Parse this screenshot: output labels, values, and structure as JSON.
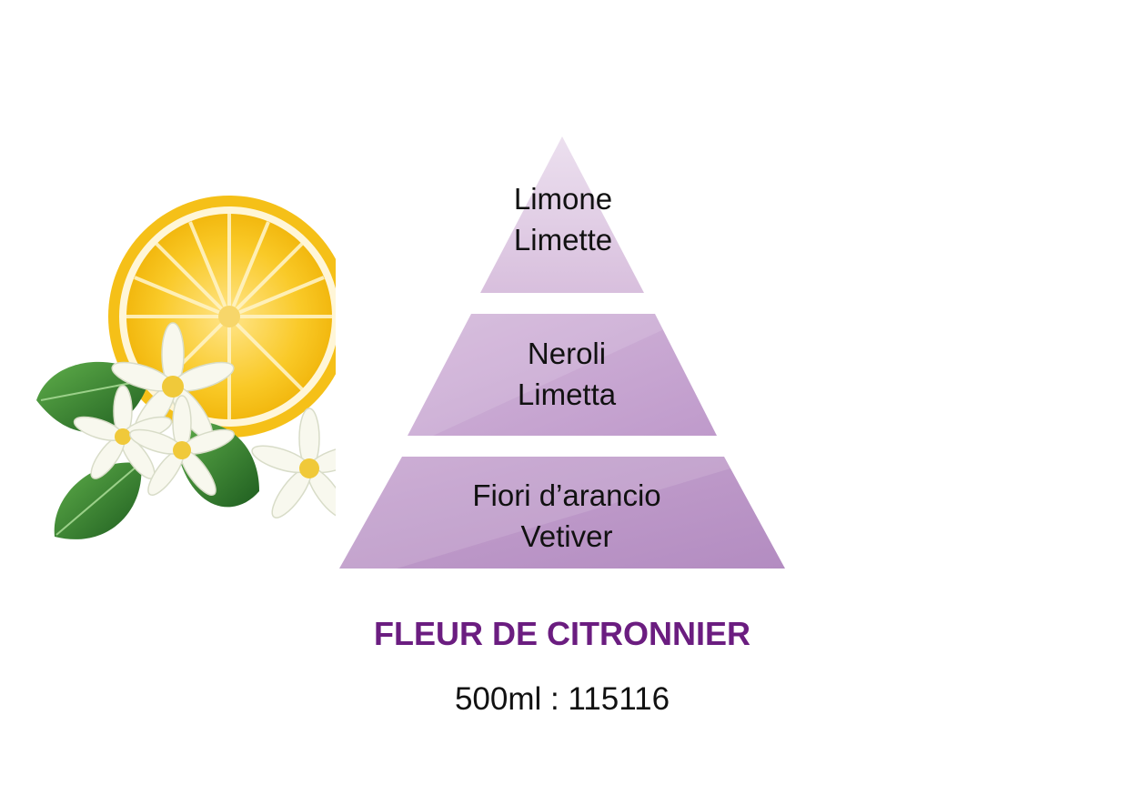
{
  "pyramid": {
    "top": {
      "lines": [
        "Limone",
        "Limette"
      ]
    },
    "middle": {
      "lines": [
        "Neroli",
        "Limetta"
      ]
    },
    "base": {
      "lines": [
        "Fiori d’arancio",
        "Vetiver"
      ]
    }
  },
  "product": {
    "name": "FLEUR DE CITRONNIER",
    "reference": "500ml : 115116"
  },
  "colors": {
    "tier_top": "#dcc3e0",
    "tier_middle": "#c8a6d3",
    "tier_base": "#b88fc4",
    "title": "#6b1d80",
    "lemon": "#f7c21f",
    "leaf": "#2f7d2e"
  },
  "illustration": {
    "subject": [
      "lemon-half",
      "citrus-blossoms",
      "leaves"
    ]
  }
}
